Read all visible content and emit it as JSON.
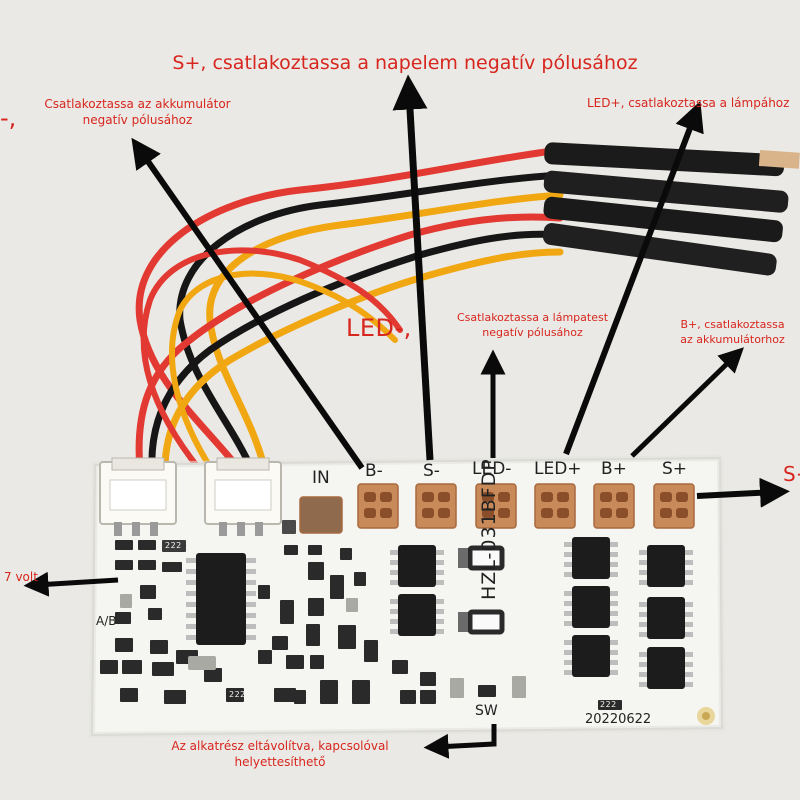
{
  "annotations": {
    "s_plus_top": "S+, csatlakoztassa a napelem negatív pólusához",
    "battery_negative": "Csatlakoztassa az akkumulátor\nnegatív pólusához",
    "led_plus_lamp": "LED+, csatlakoztassa a lámpához",
    "led_minus": "LED-,",
    "lamp_body_negative": "Csatlakoztassa a lámpatest\nnegatív pólusához",
    "b_plus_battery": "B+, csatlakoztassa\naz akkumulátorhoz",
    "seven_volt": "7 volt",
    "sw_replace": "Az alkatrész eltávolítva, kapcsolóval\nhelyettesíthető",
    "left_edge_fragment": "-,",
    "right_edge_fragment": "S+"
  },
  "board": {
    "pads": [
      "IN",
      "B-",
      "S-",
      "LED-",
      "LED+",
      "B+",
      "S+"
    ],
    "model": "HZL-031BFDP",
    "date": "20220622",
    "ab_label": "A/B",
    "sw_label": "SW"
  },
  "resistor_codes": {
    "r1": "222",
    "r2": "222",
    "r3": "222"
  },
  "colors": {
    "annotation": "#d7261e",
    "pcb": "#f5f5f2",
    "copper": "#c98a5a",
    "arrow": "#0a0a0a"
  }
}
